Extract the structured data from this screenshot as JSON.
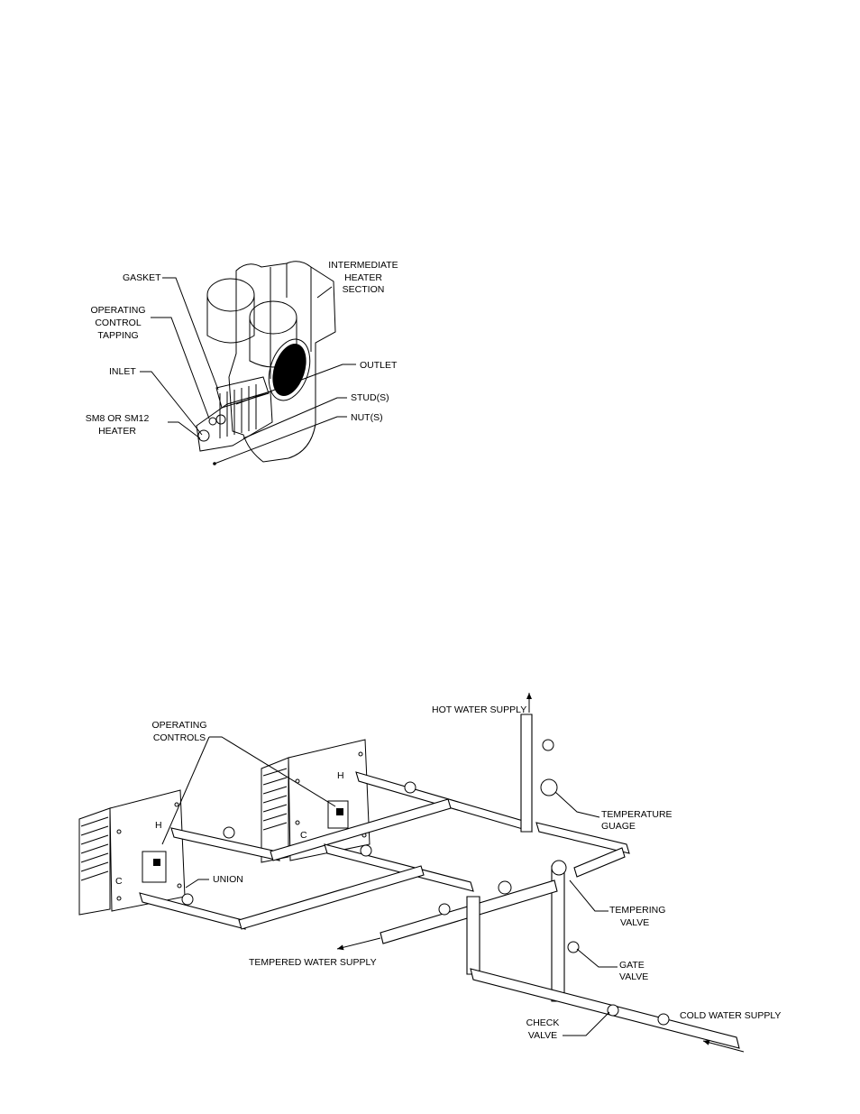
{
  "figure1": {
    "labels": {
      "gasket": "GASKET",
      "intermediate": [
        "INTERMEDIATE",
        "HEATER",
        "SECTION"
      ],
      "operating_control": [
        "OPERATING",
        "CONTROL",
        "TAPPING"
      ],
      "outlet": "OUTLET",
      "inlet": "INLET",
      "studs": "STUD(S)",
      "nuts": "NUT(S)",
      "heater": [
        "SM8 OR SM12",
        "HEATER"
      ]
    }
  },
  "figure2": {
    "labels": {
      "hot_water_supply": "HOT WATER SUPPLY",
      "operating_controls": [
        "OPERATING",
        "CONTROLS"
      ],
      "temperature_gauge": [
        "TEMPERATURE",
        "GUAGE"
      ],
      "union": "UNION",
      "tempering_valve": [
        "TEMPERING",
        "VALVE"
      ],
      "tempered_water_supply": "TEMPERED WATER SUPPLY",
      "gate_valve": [
        "GATE",
        "VALVE"
      ],
      "check_valve": [
        "CHECK",
        "VALVE"
      ],
      "cold_water_supply": "COLD WATER SUPPLY",
      "hot_marker": "H",
      "cold_marker": "C"
    }
  }
}
